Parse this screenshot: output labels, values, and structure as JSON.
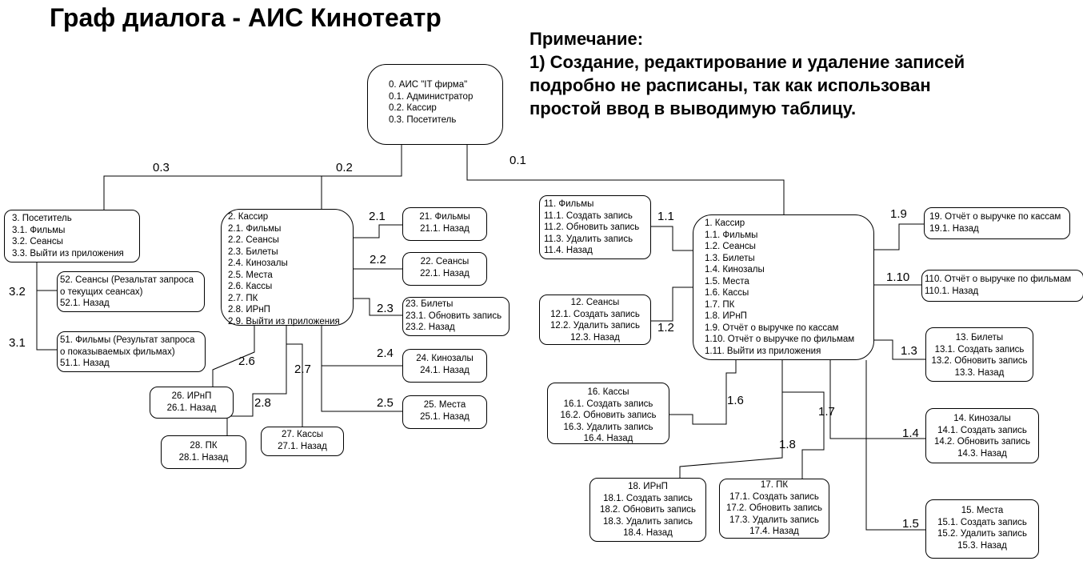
{
  "title": "Граф диалога - АИС Кинотеатр",
  "note": {
    "heading": "Примечание:",
    "lines": [
      "1) Создание, редактирование и удаление записей",
      "подробно не расписаны, так как использован",
      "простой ввод в выводимую таблицу."
    ]
  },
  "nodes": {
    "root": [
      "0. АИС \"IT фирма\"",
      "0.1. Администратор",
      "0.2. Кассир",
      "0.3. Посетитель"
    ],
    "visitor": [
      "3. Посетитель",
      "3.1. Фильмы",
      "3.2. Сеансы",
      "3.3. Выйти из приложения"
    ],
    "n52": [
      "52. Сеансы (Резальтат запроса",
      "о текущих сеансах)",
      "52.1. Назад"
    ],
    "n51": [
      "51. Фильмы (Результат запроса",
      "о показываемых фильмах)",
      "51.1. Назад"
    ],
    "cashier": [
      "2. Кассир",
      "2.1. Фильмы",
      "2.2. Сеансы",
      "2.3. Билеты",
      "2.4. Кинозалы",
      "2.5. Места",
      "2.6. Кассы",
      "2.7. ПК",
      "2.8. ИРнП",
      "2.9. Выйти из приложения"
    ],
    "n21": [
      "21. Фильмы",
      "21.1. Назад"
    ],
    "n22": [
      "22. Сеансы",
      "22.1. Назад"
    ],
    "n23": [
      "23. Билеты",
      "23.1. Обновить запись",
      "23.2. Назад"
    ],
    "n24": [
      "24. Кинозалы",
      "24.1. Назад"
    ],
    "n25": [
      "25. Места",
      "25.1. Назад"
    ],
    "n26": [
      "26. ИРнП",
      "26.1. Назад"
    ],
    "n27": [
      "27. Кассы",
      "27.1. Назад"
    ],
    "n28": [
      "28. ПК",
      "28.1. Назад"
    ],
    "n11": [
      "11. Фильмы",
      "11.1. Создать запись",
      "11.2. Обновить запись",
      "11.3. Удалить запись",
      "11.4. Назад"
    ],
    "n12": [
      "12. Сеансы",
      "12.1. Создать запись",
      "12.2. Удалить запись",
      "12.3. Назад"
    ],
    "admin": [
      "1. Кассир",
      "1.1. Фильмы",
      "1.2. Сеансы",
      "1.3. Билеты",
      "1.4. Кинозалы",
      "1.5. Места",
      "1.6. Кассы",
      "1.7. ПК",
      "1.8. ИРнП",
      "1.9. Отчёт о выручке по кассам",
      "1.10. Отчёт о выручке по фильмам",
      "1.11. Выйти из приложения"
    ],
    "n19": [
      "19. Отчёт о выручке по кассам",
      "19.1. Назад"
    ],
    "n110": [
      "110. Отчёт о выручке по фильмам",
      "110.1. Назад"
    ],
    "n13": [
      "13. Билеты",
      "13.1. Создать запись",
      "13.2. Обновить запись",
      "13.3. Назад"
    ],
    "n16": [
      "16. Кассы",
      "16.1. Создать запись",
      "16.2. Обновить запись",
      "16.3. Удалить запись",
      "16.4. Назад"
    ],
    "n14": [
      "14. Кинозалы",
      "14.1. Создать запись",
      "14.2. Обновить запись",
      "14.3. Назад"
    ],
    "n18": [
      "18. ИРнП",
      "18.1. Создать запись",
      "18.2. Обновить запись",
      "18.3. Удалить запись",
      "18.4. Назад"
    ],
    "n17": [
      "17. ПК",
      "17.1. Создать запись",
      "17.2. Обновить запись",
      "17.3. Удалить запись",
      "17.4. Назад"
    ],
    "n15": [
      "15. Места",
      "15.1. Создать запись",
      "15.2. Удалить запись",
      "15.3. Назад"
    ]
  },
  "edge_labels": {
    "e01": "0.1",
    "e02": "0.2",
    "e03": "0.3",
    "e31": "3.1",
    "e32": "3.2",
    "e21": "2.1",
    "e22": "2.2",
    "e23": "2.3",
    "e24": "2.4",
    "e25": "2.5",
    "e26": "2.6",
    "e27": "2.7",
    "e28": "2.8",
    "e11": "1.1",
    "e12": "1.2",
    "e13": "1.3",
    "e14": "1.4",
    "e15": "1.5",
    "e16": "1.6",
    "e17": "1.7",
    "e18": "1.8",
    "e19": "1.9",
    "e110": "1.10"
  }
}
